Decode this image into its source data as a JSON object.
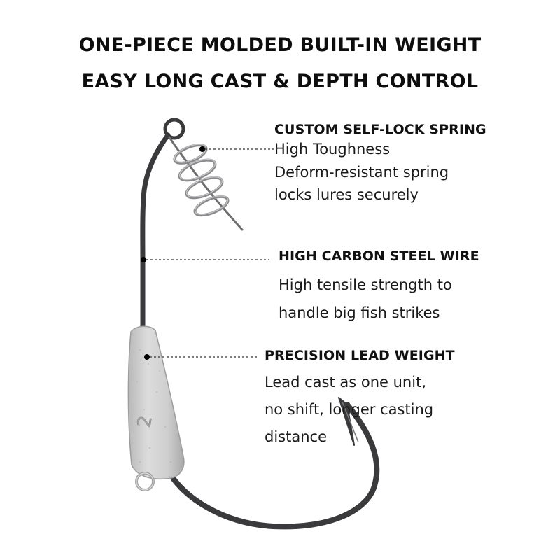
{
  "headline": {
    "line1": "ONE-PIECE MOLDED BUILT-IN WEIGHT",
    "line2": "EASY LONG CAST & DEPTH CONTROL"
  },
  "callouts": [
    {
      "title": "CUSTOM SELF-LOCK SPRING",
      "lines": [
        "High Toughness",
        "Deform-resistant spring",
        "locks lures securely"
      ]
    },
    {
      "title": "HIGH CARBON STEEL WIRE",
      "lines": [
        "High tensile strength to",
        "handle big fish strikes"
      ]
    },
    {
      "title": "PRECISION LEAD WEIGHT",
      "lines": [
        "Lead cast as one unit,",
        "no shift, longer casting",
        "distance"
      ]
    }
  ],
  "product": {
    "weight_mark": "2"
  },
  "colors": {
    "wire": "#3a3a3c",
    "lead": "#c9c9c9",
    "text": "#111111",
    "background": "#ffffff"
  }
}
